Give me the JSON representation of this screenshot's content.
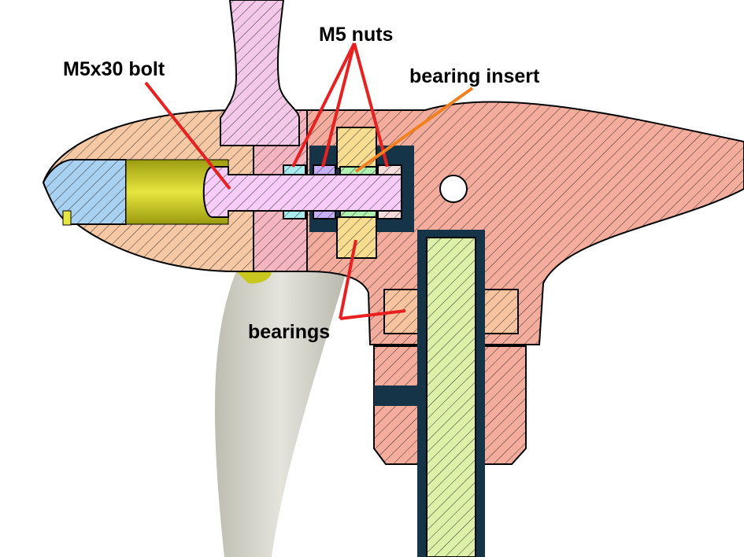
{
  "labels": {
    "bolt": "M5x30 bolt",
    "nuts": "M5 nuts",
    "insert": "bearing insert",
    "bearings": "bearings"
  },
  "colors": {
    "nose": "#f6c8a4",
    "tip": "#a8d0f0",
    "arm": "#f4c8e8",
    "hub_mid": "#f4b4c0",
    "body": "#f4ac9c",
    "bolt": "#f8ccf8",
    "nut_large": "#f8dc90",
    "nut_cyan": "#a8ecf0",
    "nut_purple": "#c8b0f8",
    "insert": "#b0f0b0",
    "washer": "#f8dcdc",
    "shaft": "#dcf0a8",
    "bearing": "#f8c4a0",
    "cavity": "#163448",
    "pointer_red": "#e82020",
    "pointer_orange": "#f08020"
  }
}
